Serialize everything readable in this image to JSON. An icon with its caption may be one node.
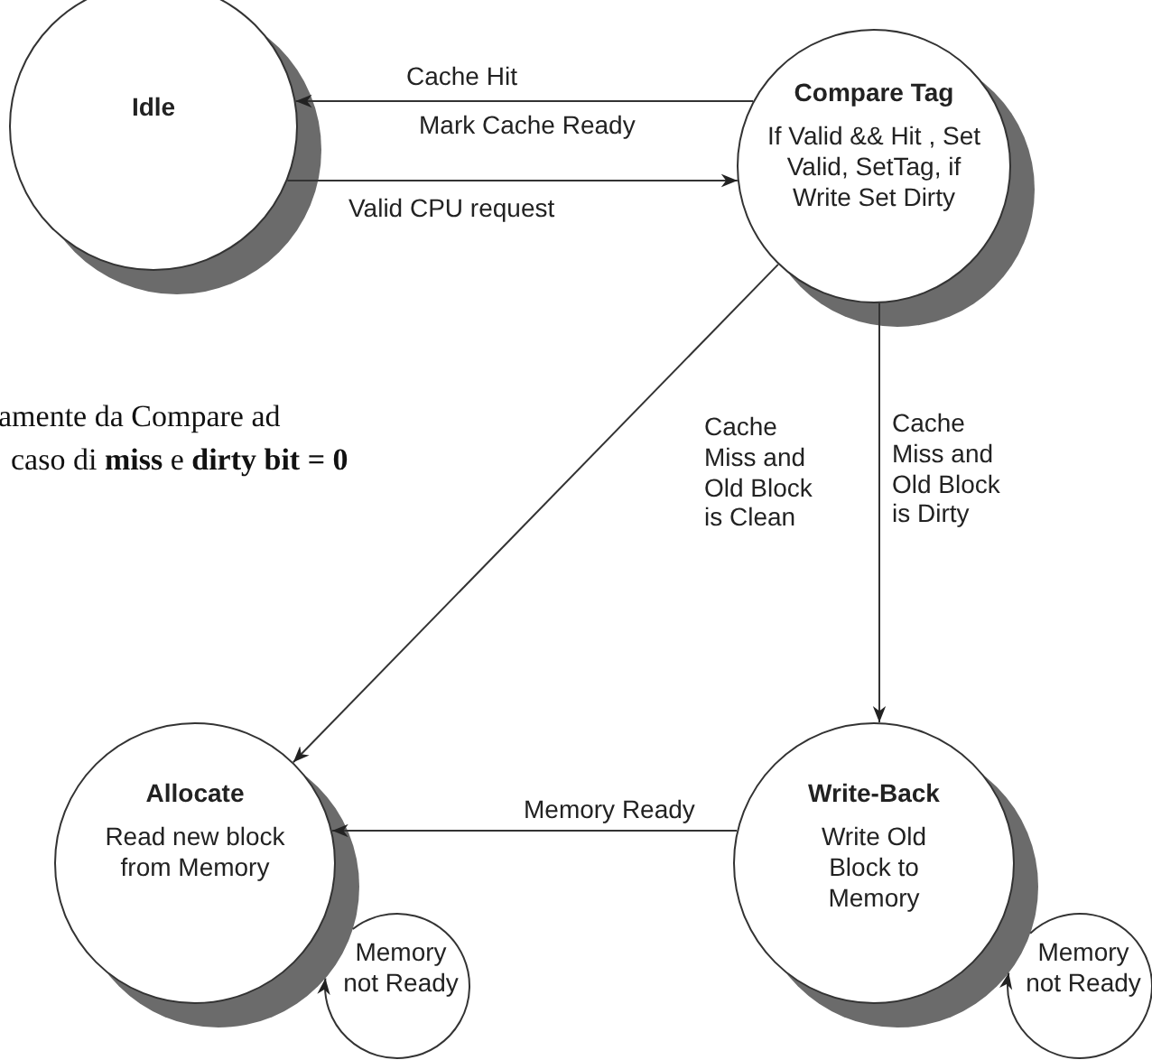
{
  "diagram": {
    "nodes": [
      {
        "text": [
          "Idle"
        ]
      },
      {
        "text": [
          "Compare Tag",
          "If Valid && Hit , Set Valid, SetTag, if Write Set Dirty"
        ]
      },
      {
        "text": [
          "Allocate",
          "Read new block from Memory"
        ]
      },
      {
        "text": [
          "Write-Back",
          "Write Old Block to Memory"
        ]
      }
    ],
    "edges": [
      {
        "from": 1,
        "to": 0,
        "arrow": "to",
        "label": "Cache Hit"
      },
      {
        "from": 0,
        "to": 1,
        "arrow": "to",
        "label": "Valid CPU request"
      },
      {
        "from": 1,
        "to": 2,
        "arrow": "to",
        "label": "Cache Miss and Old Block is Clean"
      },
      {
        "from": 1,
        "to": 3,
        "arrow": "to",
        "label": "Cache Miss and Old Block is Dirty"
      },
      {
        "from": 3,
        "to": 2,
        "arrow": "to",
        "label": "Memory Ready"
      },
      {
        "from": 2,
        "to": 2,
        "arrow": "to",
        "label": "Memory not Ready"
      },
      {
        "from": 3,
        "to": 3,
        "arrow": "to",
        "label": "Memory not Ready"
      }
    ],
    "labels": [
      "Mark Cache Ready",
      "amente da Compare ad",
      "caso di **miss** e **dirty bit = 0**"
    ]
  }
}
